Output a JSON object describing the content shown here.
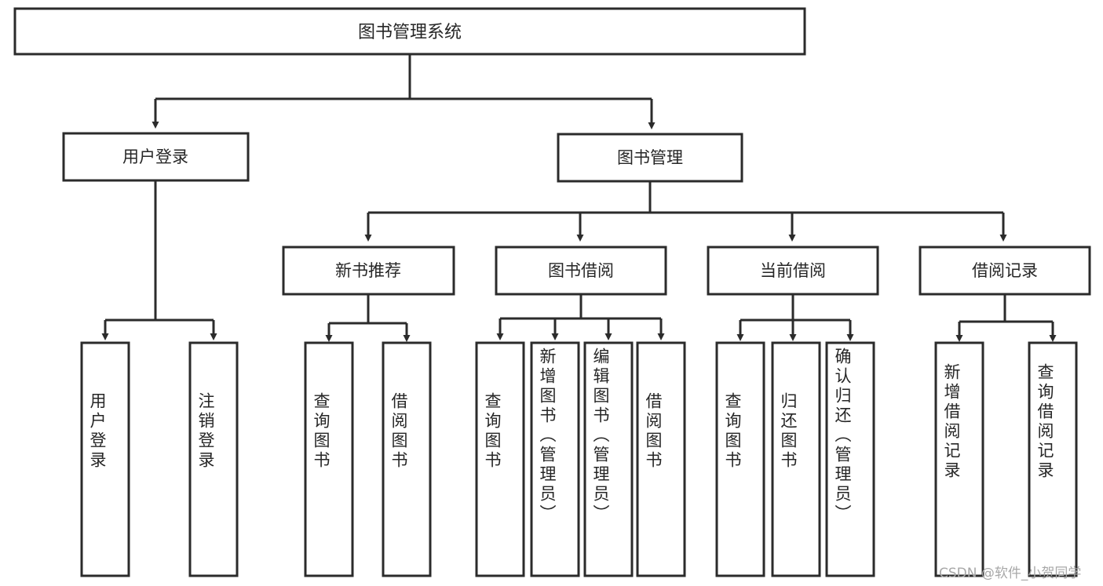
{
  "diagram": {
    "type": "tree",
    "title": "图书管理系统",
    "watermark": "CSDN @软件_小贺同学",
    "colors": {
      "box_stroke": "#2b2b2b",
      "box_fill": "#ffffff",
      "text": "#262626",
      "connector": "#2b2b2b",
      "watermark": "#a8a8a8",
      "background": "#ffffff"
    },
    "root": {
      "label": "图书管理系统"
    },
    "level2": [
      {
        "label": "用户登录"
      },
      {
        "label": "图书管理"
      }
    ],
    "level3": [
      {
        "label": "新书推荐"
      },
      {
        "label": "图书借阅"
      },
      {
        "label": "当前借阅"
      },
      {
        "label": "借阅记录"
      }
    ],
    "leaves": {
      "user_login": [
        {
          "label": "用户登录"
        },
        {
          "label": "注销登录"
        }
      ],
      "new_book": [
        {
          "label": "查询图书"
        },
        {
          "label": "借阅图书"
        }
      ],
      "book_borrow": [
        {
          "label": "查询图书"
        },
        {
          "label": "新增图书（管理员）"
        },
        {
          "label": "编辑图书（管理员）"
        },
        {
          "label": "借阅图书"
        }
      ],
      "current_borrow": [
        {
          "label": "查询图书"
        },
        {
          "label": "归还图书"
        },
        {
          "label": "确认归还（管理员）"
        }
      ],
      "borrow_record": [
        {
          "label": "新增借阅记录"
        },
        {
          "label": "查询借阅记录"
        }
      ]
    }
  }
}
